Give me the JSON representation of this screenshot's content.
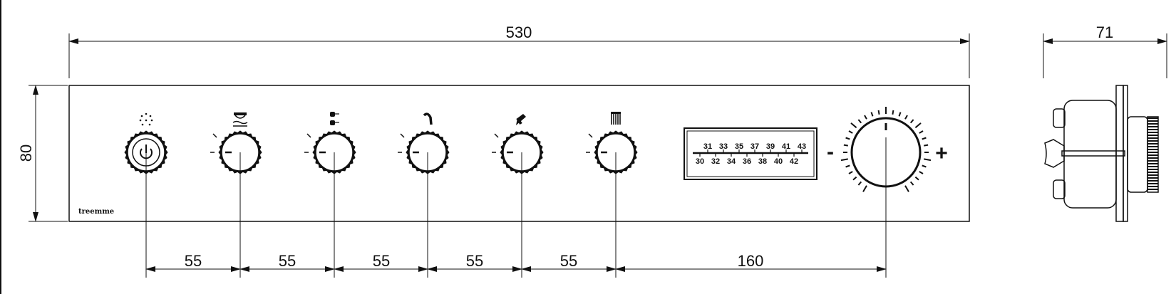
{
  "dimensions": {
    "overall_width": "530",
    "height": "80",
    "depth": "71",
    "spacings": [
      "55",
      "55",
      "55",
      "55",
      "55",
      "160"
    ]
  },
  "panel": {
    "brand": "treemme",
    "knobs": [
      {
        "name": "power",
        "icon": "shower-spray-icon",
        "has_power_symbol": true
      },
      {
        "name": "outlet-1",
        "icon": "waterfall-icon"
      },
      {
        "name": "outlet-2",
        "icon": "body-jets-icon"
      },
      {
        "name": "outlet-3",
        "icon": "hand-shower-icon"
      },
      {
        "name": "outlet-4",
        "icon": "overhead-shower-icon"
      },
      {
        "name": "outlet-5",
        "icon": "bath-filler-icon"
      }
    ],
    "temperature_scale": {
      "top": [
        "31",
        "33",
        "35",
        "37",
        "39",
        "41",
        "43"
      ],
      "bottom": [
        "30",
        "32",
        "34",
        "36",
        "38",
        "40",
        "42"
      ]
    },
    "thermostat": {
      "minus": "-",
      "plus": "+"
    }
  }
}
